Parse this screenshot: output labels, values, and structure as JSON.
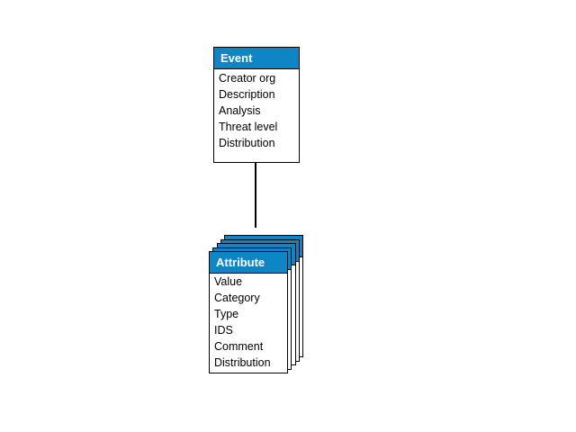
{
  "diagram": {
    "background_color": "#ffffff",
    "accent_color": "#0e86c6",
    "border_color": "#000000",
    "header_text_color": "#ffffff",
    "body_text_color": "#000000",
    "entities": [
      {
        "id": "event",
        "title": "Event",
        "fields": [
          "Creator org",
          "Description",
          "Analysis",
          "Threat level",
          "Distribution"
        ],
        "stacked": false,
        "stack_count": 1
      },
      {
        "id": "attribute",
        "title": "Attribute",
        "fields": [
          "Value",
          "Category",
          "Type",
          "IDS",
          "Comment",
          "Distribution"
        ],
        "stacked": true,
        "stack_count": 5
      }
    ],
    "connector": {
      "from": "event",
      "to": "attribute",
      "style": "vertical-line"
    }
  }
}
